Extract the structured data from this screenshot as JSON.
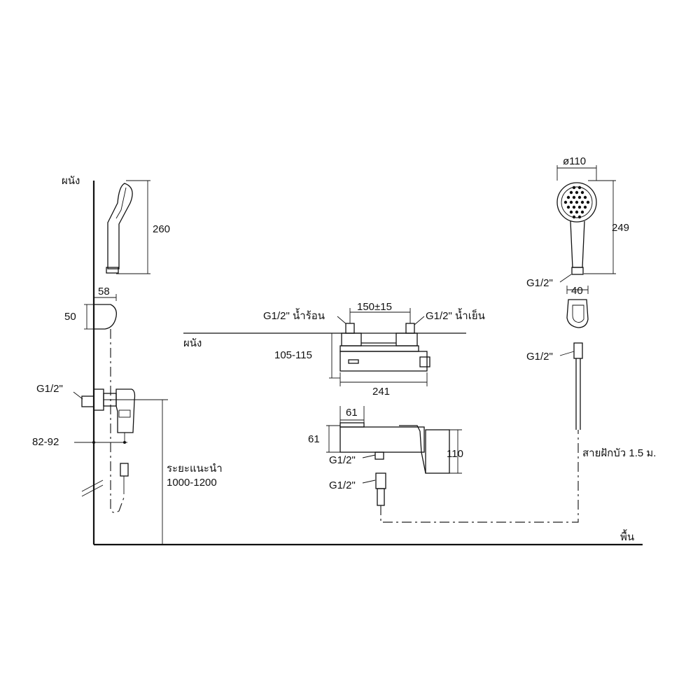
{
  "labels": {
    "wall_left": "ผนัง",
    "wall_mid": "ผนัง",
    "floor": "พื้น",
    "hot_inlet": "G1/2\" น้ำร้อน",
    "cold_inlet": "G1/2\" น้ำเย็น",
    "recommended_line1": "ระยะแนะนำ",
    "recommended_line2": "1000-1200",
    "hose": "สายฝักบัว 1.5 ม."
  },
  "dimensions": {
    "handshower_side_height": "260",
    "holder_width": "58",
    "holder_height": "50",
    "thread_left": "G1/2\"",
    "outlet_height": "82-92",
    "inlet_spacing": "150±15",
    "body_depth": "105-115",
    "body_width": "241",
    "spout_width": "61",
    "spout_height": "61",
    "body_height": "110",
    "thread_outlet": "G1/2\"",
    "thread_hose_end": "G1/2\"",
    "head_diameter": "ø110",
    "head_height": "249",
    "thread_handle": "G1/2\"",
    "bracket_width": "40",
    "thread_hose_top": "G1/2\""
  },
  "colors": {
    "line": "#111111",
    "background": "#ffffff"
  }
}
